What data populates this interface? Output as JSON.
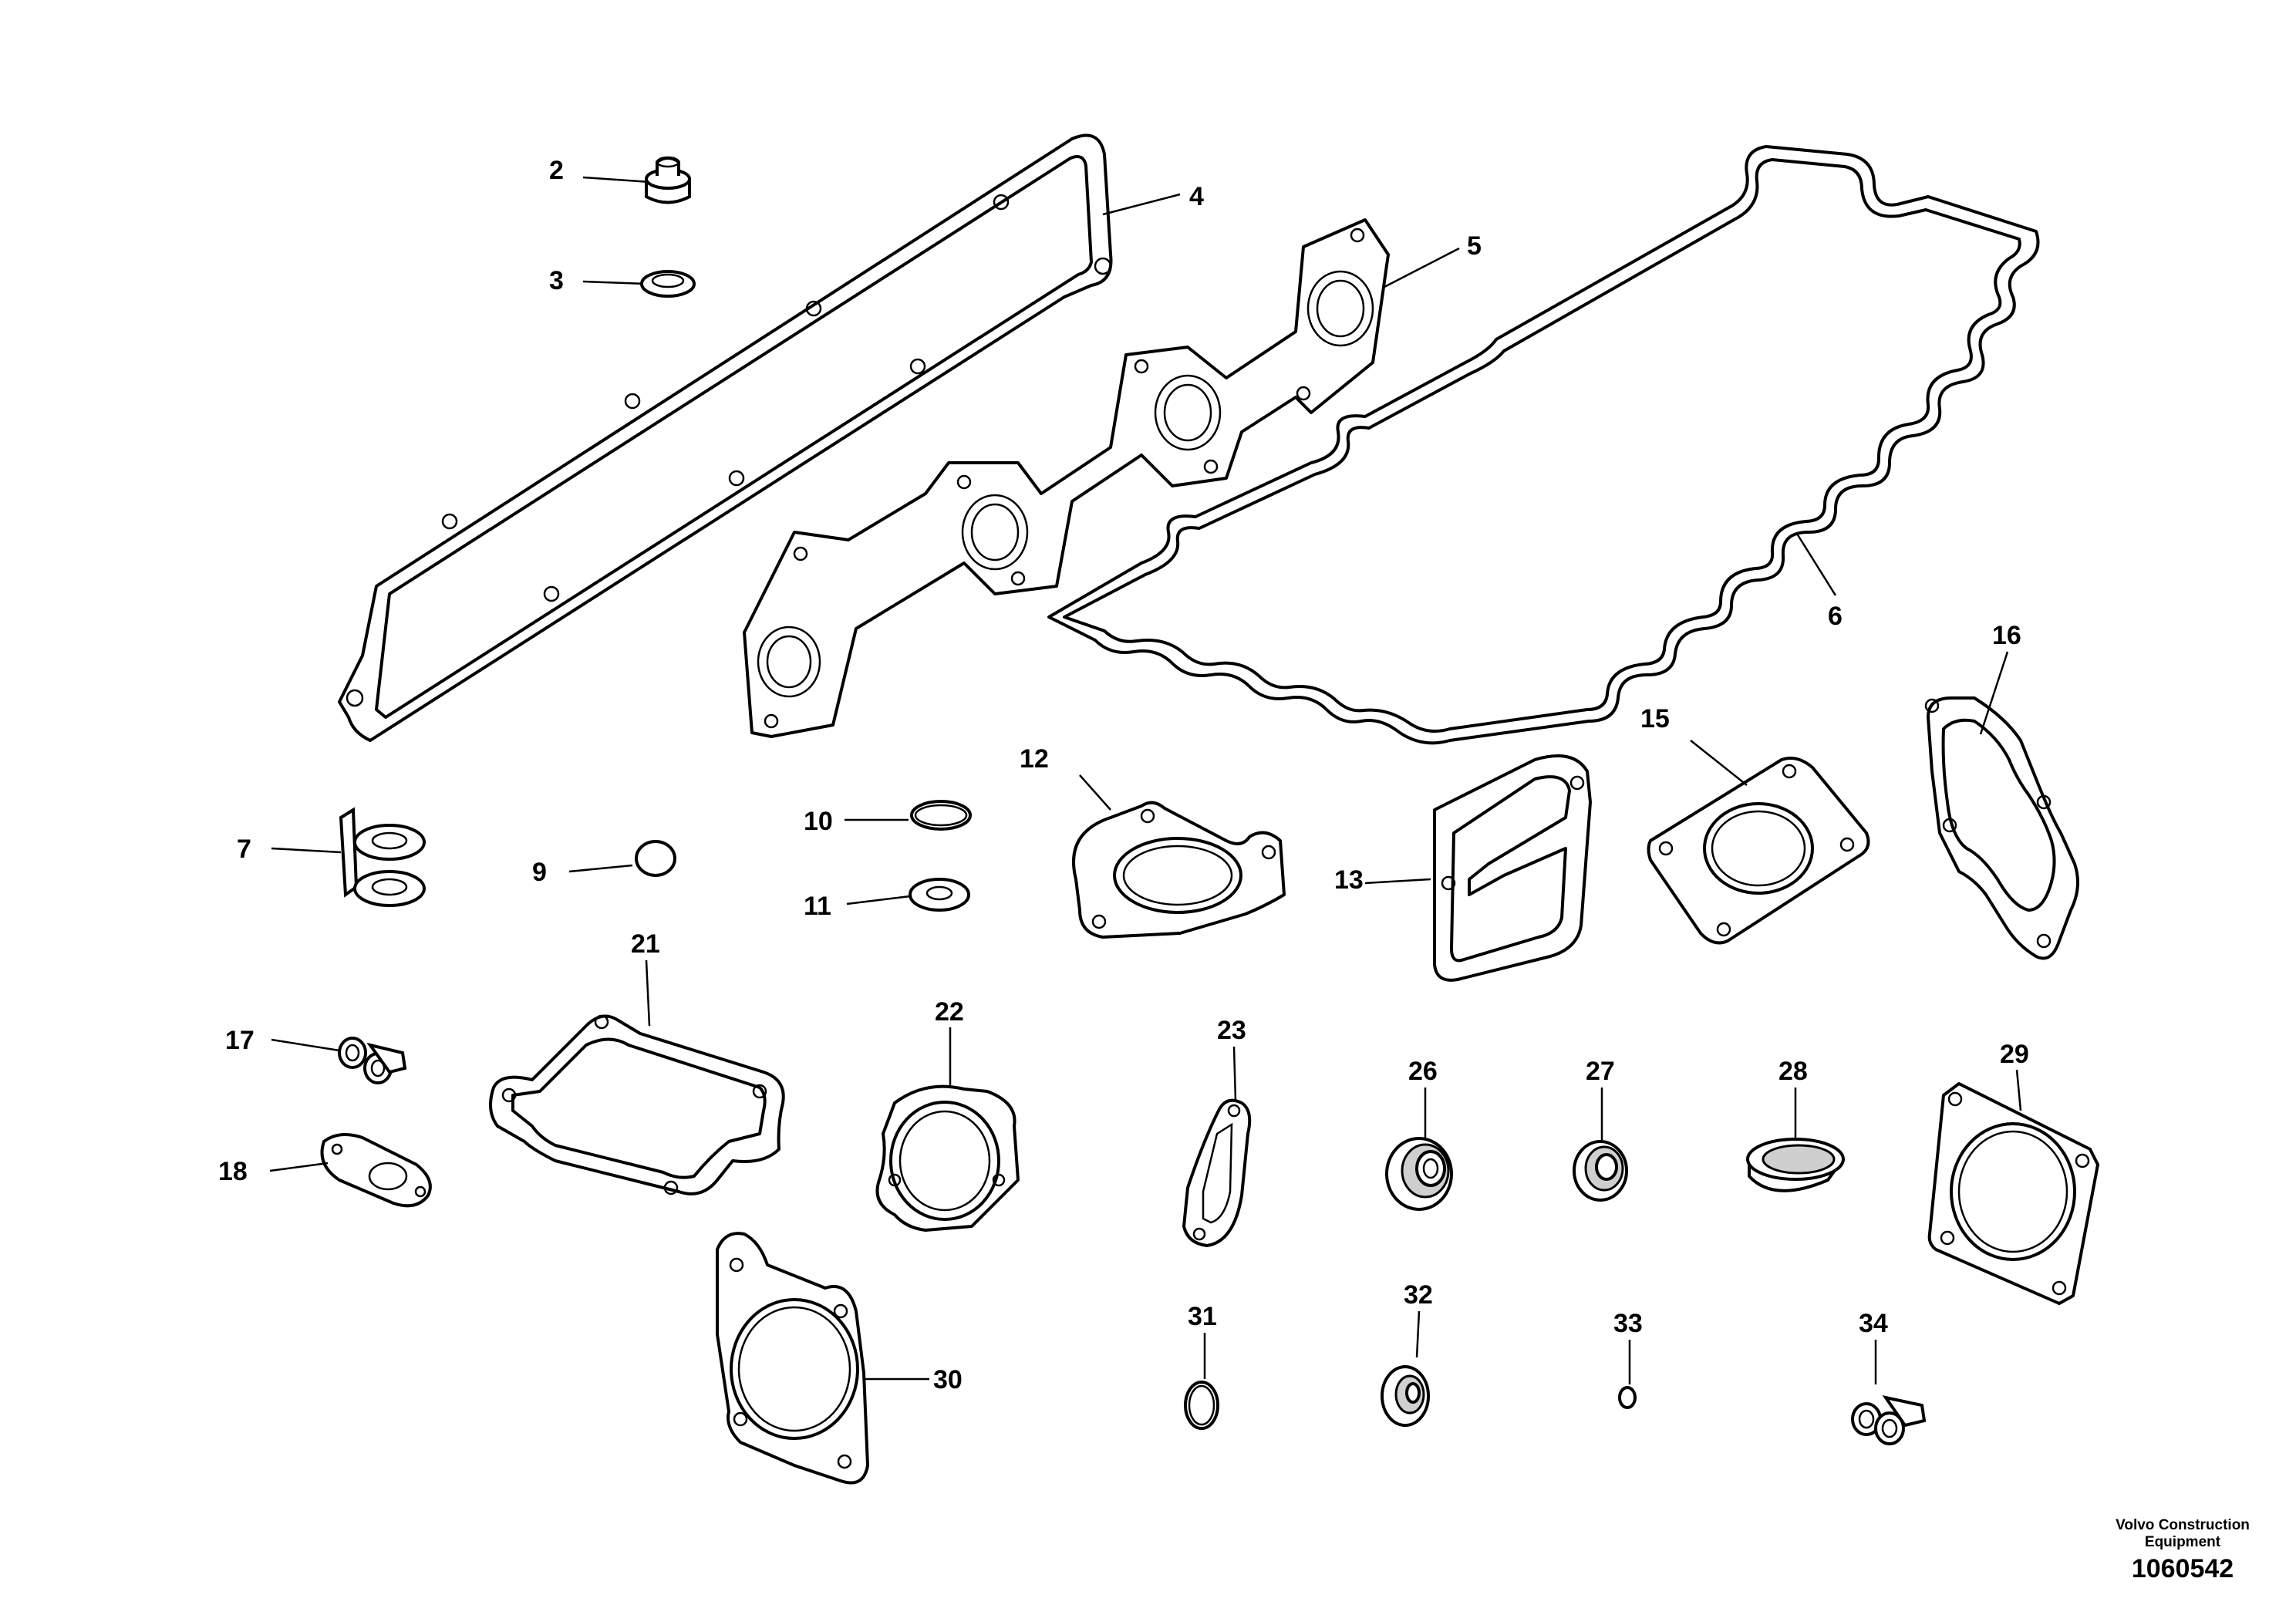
{
  "labels": {
    "p2": "2",
    "p3": "3",
    "p4": "4",
    "p5": "5",
    "p6": "6",
    "p7": "7",
    "p9": "9",
    "p10": "10",
    "p11": "11",
    "p12": "12",
    "p13": "13",
    "p15": "15",
    "p16": "16",
    "p17": "17",
    "p18": "18",
    "p21": "21",
    "p22": "22",
    "p23": "23",
    "p26": "26",
    "p27": "27",
    "p28": "28",
    "p29": "29",
    "p30": "30",
    "p31": "31",
    "p32": "32",
    "p33": "33",
    "p34": "34"
  },
  "credit": {
    "line1": "Volvo Construction",
    "line2": "Equipment",
    "number": "1060542"
  }
}
